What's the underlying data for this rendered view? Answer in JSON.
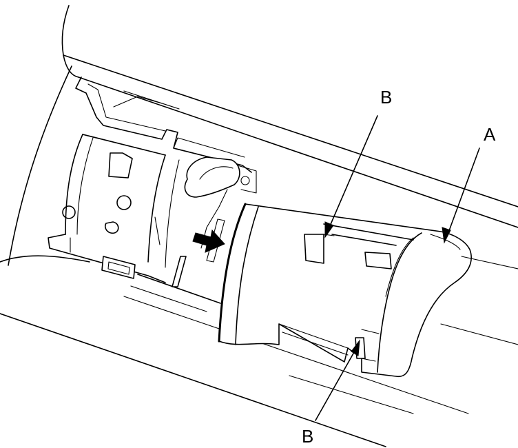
{
  "labels": {
    "a": "A",
    "b_top": "B",
    "b_bottom": "B"
  },
  "colors": {
    "line": "#000000",
    "background": "#ffffff"
  }
}
